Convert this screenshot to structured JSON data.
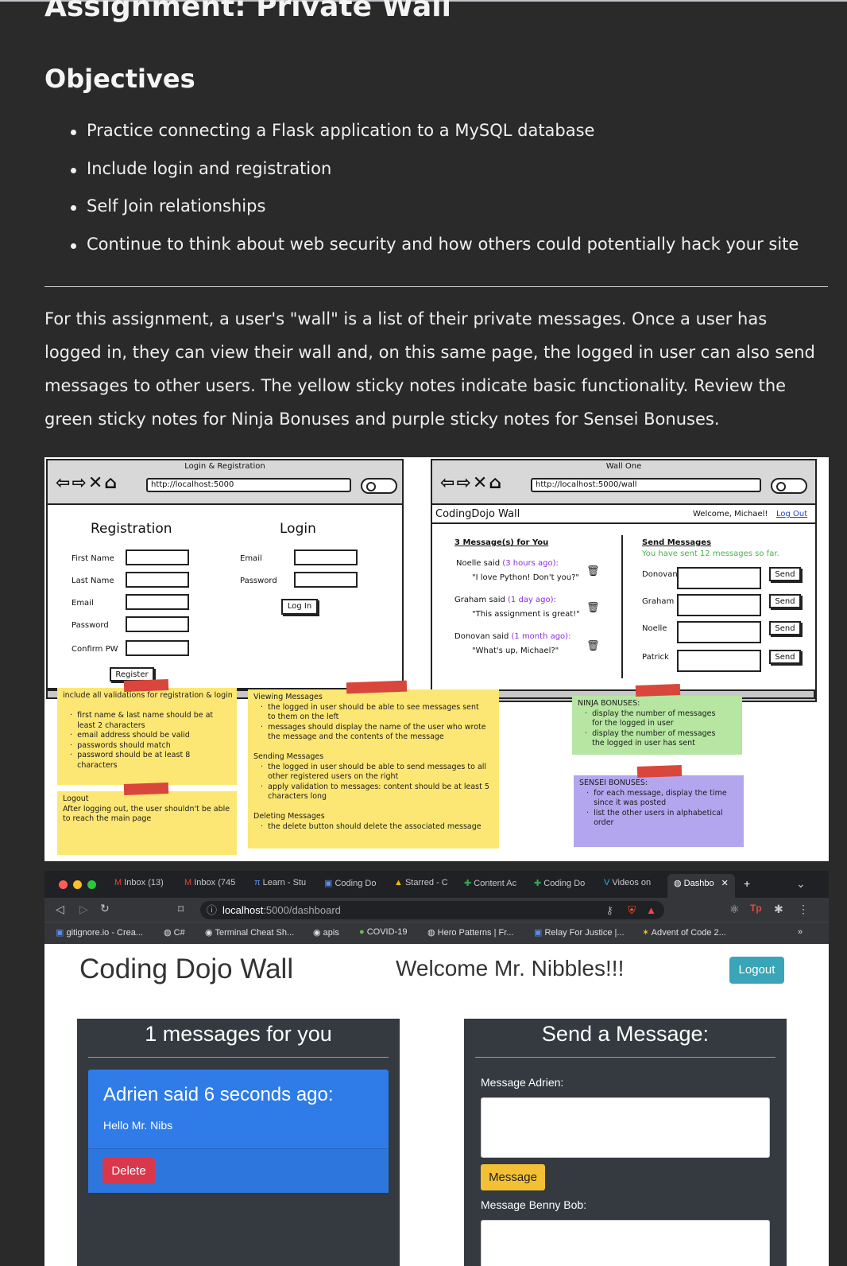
{
  "doc": {
    "title": "Assignment: Private Wall",
    "objectives_heading": "Objectives",
    "objectives": [
      "Practice connecting a Flask application to a MySQL database",
      "Include login and registration",
      "Self Join relationships",
      "Continue to think about web security and how others could potentially hack your site"
    ],
    "description": "For this assignment, a user's \"wall\" is a list of their private messages. Once a user has logged in, they can view their wall and, on this same page, the logged in user can also send messages to other users. The yellow sticky notes indicate basic functionality. Review the green sticky notes for Ninja Bonuses and purple sticky notes for Sensei Bonuses."
  },
  "wireframe": {
    "left": {
      "window_title": "Login & Registration",
      "url": "http://localhost:5000",
      "registration_heading": "Registration",
      "login_heading": "Login",
      "reg_fields": [
        "First Name",
        "Last Name",
        "Email",
        "Password",
        "Confirm PW"
      ],
      "login_fields": [
        "Email",
        "Password"
      ],
      "login_button": "Log In",
      "register_button": "Register"
    },
    "right": {
      "window_title": "Wall One",
      "url": "http://localhost:5000/wall",
      "app_title": "CodingDojo Wall",
      "welcome": "Welcome, Michael!",
      "logout": "Log Out",
      "messages_heading": "3 Message(s) for You",
      "messages": [
        {
          "sender": "Noelle said",
          "when": "(3 hours ago):",
          "text": "\"I love Python! Don't you?\""
        },
        {
          "sender": "Graham said",
          "when": "(1 day ago):",
          "text": "\"This assignment is great!\""
        },
        {
          "sender": "Donovan said",
          "when": "(1 month ago):",
          "text": "\"What's up, Michael?\""
        }
      ],
      "send_heading": "Send Messages",
      "sent_note": "You have sent 12 messages so far.",
      "recipients": [
        "Donovan",
        "Graham",
        "Noelle",
        "Patrick"
      ],
      "send_button": "Send"
    },
    "stickies": {
      "validations": "include all validations for registration & login\n\n   ·  first name & last name should be at\n      least 2 characters\n   ·  email address should be valid\n   ·  passwords should match\n   ·  password should be at least 8\n      characters",
      "logout": "Logout\nAfter logging out, the user shouldn't be able\nto reach the main page",
      "messages": "Viewing Messages\n   ·  the logged in user should be able to see messages sent\n      to them on the left\n   ·  messages should display the name of the user who wrote\n      the message and the contents of the message\n\nSending Messages\n   ·  the logged in user should be able to send messages to all\n      other registered users on the right\n   ·  apply validation to messages: content should be at least 5\n      characters long\n\nDeleting Messages\n   ·  the delete button should delete the associated message",
      "ninja": "NINJA BONUSES:\n   ·  display the number of messages\n      for the logged in user\n   ·  display the number of messages\n      the logged in user has sent",
      "sensei": "SENSEI BONUSES:\n   ·  for each message, display the time\n      since it was posted\n   ·  list the other users in alphabetical\n      order"
    }
  },
  "browser": {
    "tabs": [
      "Inbox (13)",
      "Inbox (745",
      "Learn - Stu",
      "Coding Do",
      "Starred - C",
      "Content Ac",
      "Coding Do",
      "Videos on",
      "Dashbo"
    ],
    "url_host": "localhost",
    "url_path": ":5000/dashboard",
    "bookmarks": [
      "gitignore.io - Crea...",
      "C#",
      "Terminal Cheat Sh...",
      "apis",
      "COVID-19",
      "Hero Patterns | Fr...",
      "Relay For Justice |...",
      "Advent of Code 2..."
    ],
    "page": {
      "title": "Coding Dojo Wall",
      "welcome": "Welcome Mr. Nibbles!!!",
      "logout": "Logout",
      "inbox_title": "1 messages for you",
      "message_header": "Adrien said 6 seconds ago:",
      "message_body": "Hello Mr. Nibs",
      "delete": "Delete",
      "send_title": "Send a Message:",
      "recipient1_label": "Message Adrien:",
      "message_button": "Message",
      "recipient2_label": "Message Benny Bob:"
    }
  },
  "colors": {
    "background": "#2a2a2b",
    "sticky_yellow": "#fde774",
    "sticky_green": "#b6e6a2",
    "sticky_purple": "#b3a6ef",
    "logout_button": "#3aa5b8",
    "message_card": "#2f7ce8",
    "delete_button": "#d9374b",
    "message_button": "#f3c035"
  }
}
